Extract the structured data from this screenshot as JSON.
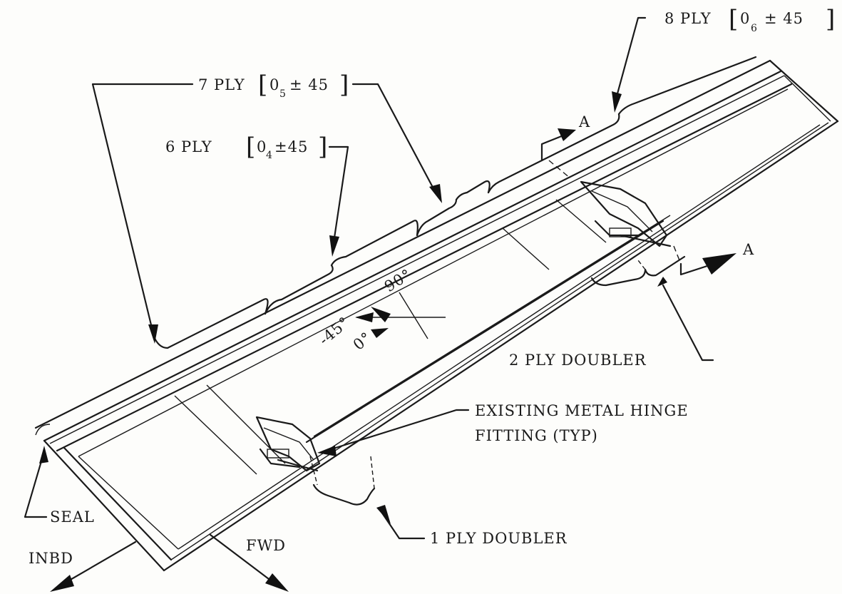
{
  "labels": {
    "ply8": {
      "text": "8 PLY",
      "angle_base": "0",
      "angle_sub": "6",
      "angle_rest": "± 45"
    },
    "ply7": {
      "text": "7 PLY",
      "angle_base": "0",
      "angle_sub": "5",
      "angle_rest": "± 45"
    },
    "ply6": {
      "text": "6 PLY",
      "angle_base": "0",
      "angle_sub": "4",
      "angle_rest": "±45"
    },
    "section_a_top": "A",
    "section_a_bottom": "A",
    "angle_90": "90°",
    "angle_neg45": "-45°",
    "angle_0": "0°",
    "doubler_2ply": "2 PLY DOUBLER",
    "hinge_line1": "EXISTING METAL HINGE",
    "hinge_line2": "FITTING (TYP)",
    "doubler_1ply": "1 PLY DOUBLER",
    "seal": "SEAL",
    "inbd": "INBD",
    "fwd": "FWD"
  },
  "colors": {
    "ink": "#1a1a1a",
    "paper": "#fdfdfb"
  }
}
